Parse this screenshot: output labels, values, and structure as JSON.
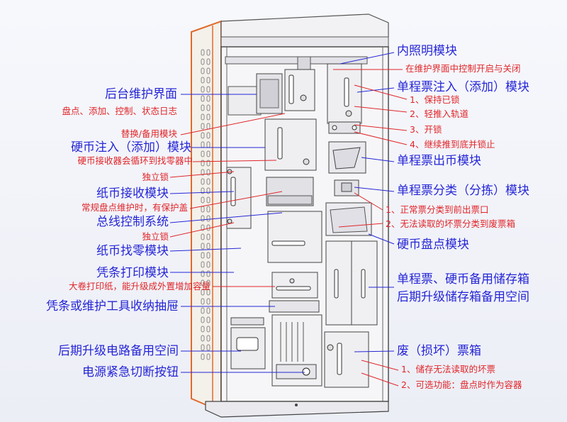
{
  "colors": {
    "label_blue": "#2626d6",
    "note_red": "#e0262a",
    "cabinet_orange": "#e06a2a"
  },
  "labels_left": {
    "backend_ui": "后台维护界面",
    "backend_ui_note": "盘点、添加、控制、状态日志",
    "replace_module_note": "替换/备用模块",
    "coin_inject": "硬币注入（添加）模块",
    "coin_inject_note": "硬币接收器会循环到找零器中",
    "lock_note_1": "独立锁",
    "note_accept": "纸币接收模块",
    "note_accept_note": "常规盘点维护时，有保护盖",
    "bus_control": "总线控制系统",
    "lock_note_2": "独立锁",
    "note_change": "纸币找零模块",
    "receipt_print": "凭条打印模块",
    "receipt_print_note": "大卷打印纸，能升级成外置增加容量",
    "drawer": "凭条或维护工具收纳抽屉",
    "spare_circuit": "后期升级电路备用空间",
    "power_button": "电源紧急切断按钮"
  },
  "labels_right": {
    "lighting": "内照明模块",
    "lighting_note": "在维护界面中控制开启与关闭",
    "ticket_inject": "单程票注入（添加）模块",
    "ticket_inject_steps": [
      "1、保持已锁",
      "2、轻推入轨道",
      "3、开锁",
      "4、继续推到底并锁止"
    ],
    "ticket_dispense": "单程票出币模块",
    "ticket_sort": "单程票分类（分拣）模块",
    "ticket_sort_notes": [
      "1、正常票分类到前出票口",
      "2、无法读取的坏票分类到废票箱"
    ],
    "coin_count": "硬币盘点模块",
    "spare_box_1": "单程票、硬币备用储存箱",
    "spare_box_2": "后期升级储存箱备用空间",
    "waste_box": "废（损坏）票箱",
    "waste_box_notes": [
      "1、储存无法读取的坏票",
      "2、可选功能：盘点时作为容器"
    ]
  }
}
